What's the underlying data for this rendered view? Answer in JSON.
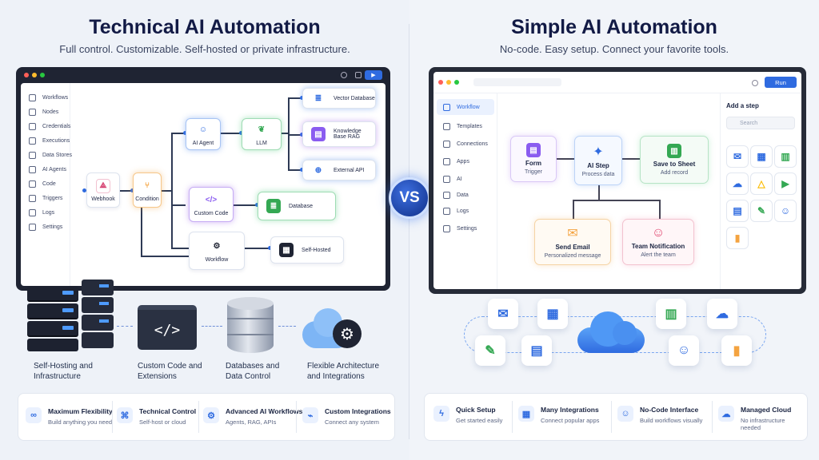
{
  "left": {
    "title": "Technical AI Automation",
    "subtitle": "Full control. Customizable. Self-hosted or private infrastructure.",
    "sidebar": [
      "Workflows",
      "Nodes",
      "Credentials",
      "Executions",
      "Data Stores",
      "AI Agents",
      "Code",
      "Triggers",
      "Logs",
      "Settings"
    ],
    "nodes": {
      "webhook": "Webhook",
      "condition": "Condition",
      "agent": "AI Agent",
      "llm": "LLM",
      "vector": "Vector Database",
      "kb": "Knowledge Base RAG",
      "api": "External API",
      "code": "Custom Code",
      "database": "Database",
      "workflow": "Workflow",
      "selfhosted": "Self-Hosted"
    },
    "captions": [
      "Self-Hosting and Infrastructure",
      "Custom Code and Extensions",
      "Databases and Data Control",
      "Flexible Architecture and Integrations"
    ],
    "features": [
      {
        "title": "Maximum Flexibility",
        "desc": "Build anything you need",
        "icon": "link-icon"
      },
      {
        "title": "Technical Control",
        "desc": "Self-host or cloud",
        "icon": "nodes-icon"
      },
      {
        "title": "Advanced AI Workflows",
        "desc": "Agents, RAG, APIs",
        "icon": "gear-icon"
      },
      {
        "title": "Custom Integrations",
        "desc": "Connect any system",
        "icon": "plug-icon"
      }
    ]
  },
  "vs": "VS",
  "right": {
    "title": "Simple AI Automation",
    "subtitle": "No-code. Easy setup. Connect your favorite tools.",
    "run_label": "Run",
    "sidebar": [
      "Workflow",
      "Templates",
      "Connections",
      "Apps",
      "AI",
      "Data",
      "Logs",
      "Settings"
    ],
    "add_step": "Add a step",
    "search_placeholder": "Search",
    "nodes": {
      "form": {
        "title": "Form",
        "desc": "Trigger"
      },
      "ai": {
        "title": "AI Step",
        "desc": "Process data"
      },
      "sheet": {
        "title": "Save to Sheet",
        "desc": "Add record"
      },
      "email": {
        "title": "Send Email",
        "desc": "Personalized message"
      },
      "team": {
        "title": "Team Notification",
        "desc": "Alert the team"
      }
    },
    "features": [
      {
        "title": "Quick Setup",
        "desc": "Get started easily",
        "icon": "bolt-icon"
      },
      {
        "title": "Many Integrations",
        "desc": "Connect popular apps",
        "icon": "grid-icon"
      },
      {
        "title": "No-Code Interface",
        "desc": "Build workflows visually",
        "icon": "people-icon"
      },
      {
        "title": "Managed Cloud",
        "desc": "No infrastructure needed",
        "icon": "cloud-icon"
      }
    ]
  },
  "colors": {
    "accent": "#2f6be0",
    "navy": "#121a45",
    "green": "#34a853",
    "orange": "#f4a340",
    "purple": "#8a5cf0"
  }
}
